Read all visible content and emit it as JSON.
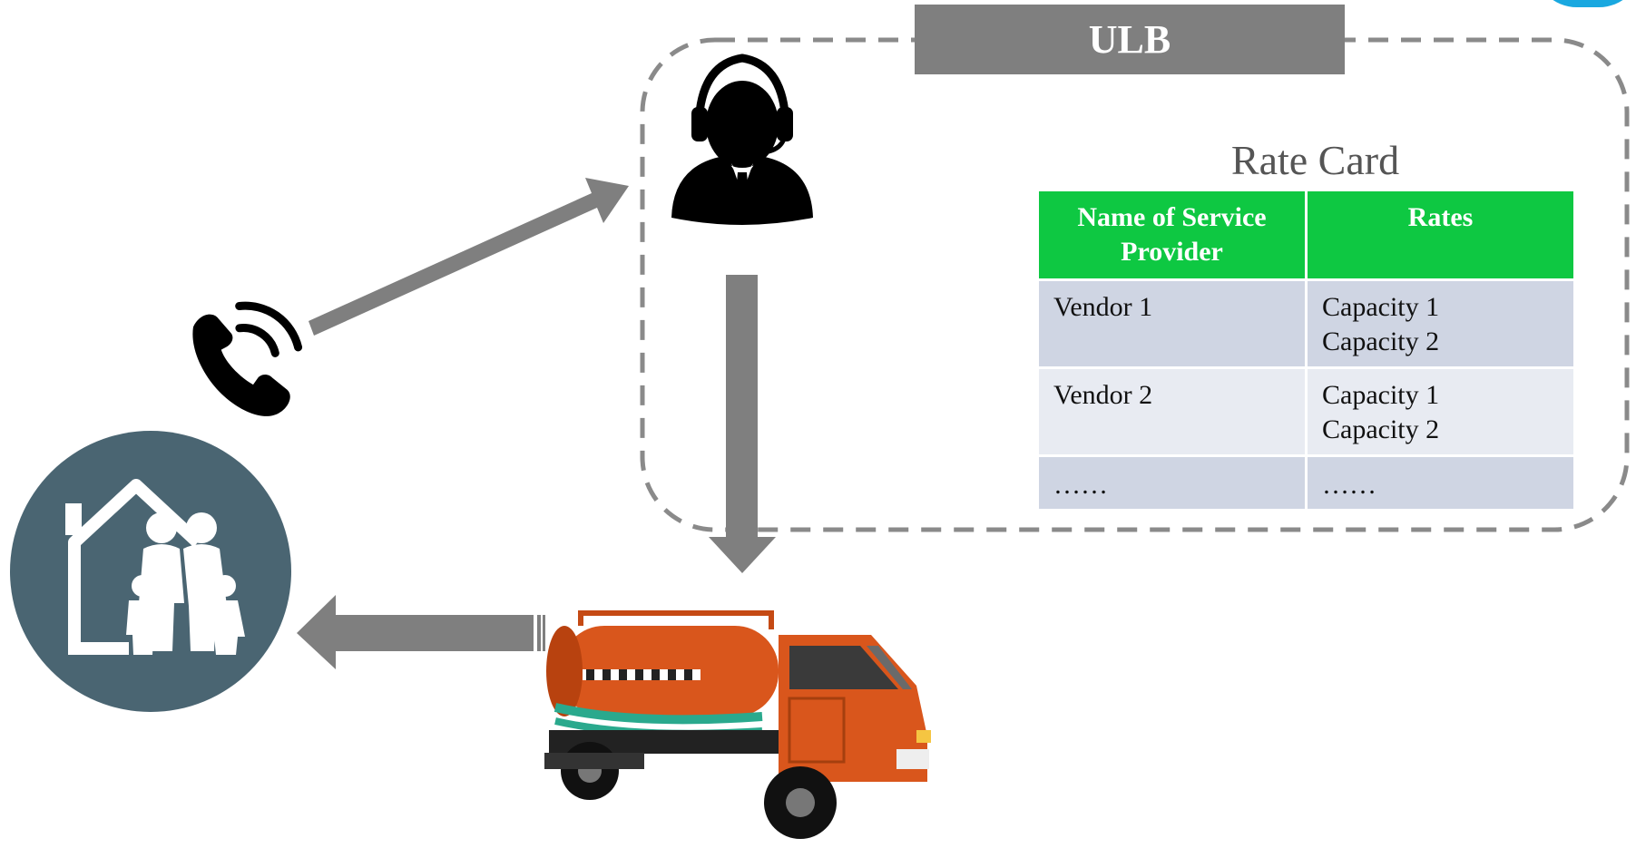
{
  "ulb_banner": {
    "label": "ULB",
    "bg_color": "#7f7f7f"
  },
  "rate_card": {
    "title": "Rate Card",
    "header_color": "#0ec842",
    "columns": [
      "Name of Service Provider",
      "Rates"
    ],
    "column_lines": [
      [
        "Name of Service",
        "Provider"
      ],
      [
        "Rates"
      ]
    ],
    "rows": [
      {
        "provider": "Vendor 1",
        "rates": [
          "Capacity 1",
          "Capacity 2"
        ]
      },
      {
        "provider": "Vendor 2",
        "rates": [
          "Capacity 1",
          "Capacity 2"
        ]
      },
      {
        "provider": "……",
        "rates": [
          "……"
        ]
      }
    ]
  },
  "icons": {
    "household": "house-family-icon",
    "phone": "phone-call-icon",
    "operator": "call-center-agent-icon",
    "truck": "septic-tanker-truck-image"
  },
  "colors": {
    "arrow": "#7f7f7f",
    "household_circle": "#4a6572",
    "truck_body": "#d9561c"
  }
}
